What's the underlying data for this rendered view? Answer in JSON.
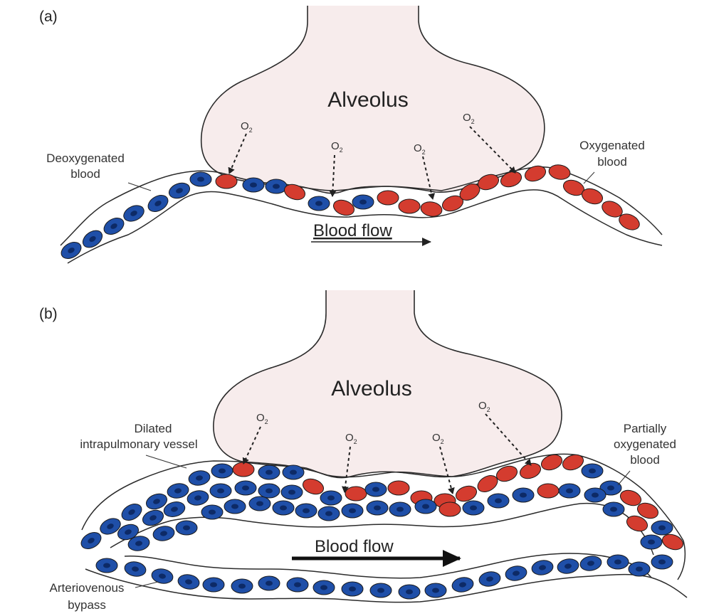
{
  "panels": [
    {
      "label": "(a)",
      "alveolus_label": "Alveolus",
      "o2_label": "O",
      "o2_subscript": "2",
      "blood_flow_label": "Blood flow",
      "annotations": {
        "left": [
          "Deoxygenated",
          "blood"
        ],
        "right": [
          "Oxygenated",
          "blood"
        ]
      }
    },
    {
      "label": "(b)",
      "alveolus_label": "Alveolus",
      "o2_label": "O",
      "o2_subscript": "2",
      "blood_flow_label": "Blood flow",
      "annotations": {
        "left": [
          "Dilated",
          "intrapulmonary vessel"
        ],
        "right": [
          "Partially",
          "oxygenated",
          "blood"
        ],
        "bottom": [
          "Arteriovenous",
          "bypass"
        ]
      }
    }
  ],
  "colors": {
    "alveolus_fill": "#f7ecec",
    "outline": "#2b2b2b",
    "deoxygenated_cell": "#1f4fa8",
    "deoxygenated_core": "#0d2a66",
    "oxygenated_cell": "#d43c2f",
    "oxygenated_core": "#9a1f17"
  }
}
